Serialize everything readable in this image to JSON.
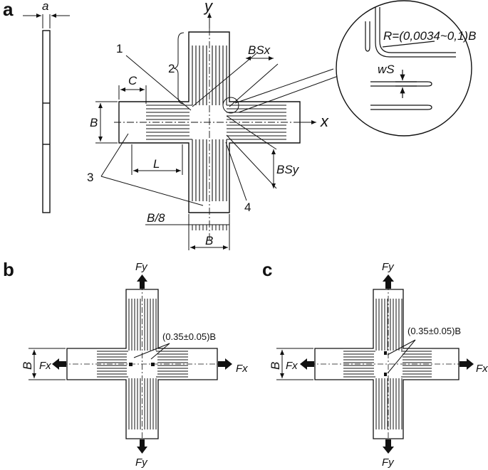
{
  "panels": {
    "a": "a",
    "b": "b",
    "c": "c"
  },
  "panel_a": {
    "thickness_symbol": "a",
    "axis_x": "x",
    "axis_y": "y",
    "callout_1": "1",
    "callout_2": "2",
    "callout_3": "3",
    "callout_4": "4",
    "dim_C": "C",
    "dim_B_left": "B",
    "dim_L": "L",
    "dim_B_bottom": "B",
    "dim_B8": "B/8",
    "dim_BSx": "BSx",
    "dim_BSy": "BSy",
    "detail_radius": "R=(0,0034~0,1)B",
    "detail_ws": "wS"
  },
  "panel_b": {
    "force_top": "Fy",
    "force_bottom": "Fy",
    "force_left": "Fx",
    "force_right": "Fx",
    "dim_B": "B",
    "annotation": "(0.35±0.05)B"
  },
  "panel_c": {
    "force_top": "Fy",
    "force_bottom": "Fy",
    "force_left": "Fx",
    "force_right": "Fx",
    "dim_B": "B",
    "annotation": "(0.35±0.05)B"
  }
}
